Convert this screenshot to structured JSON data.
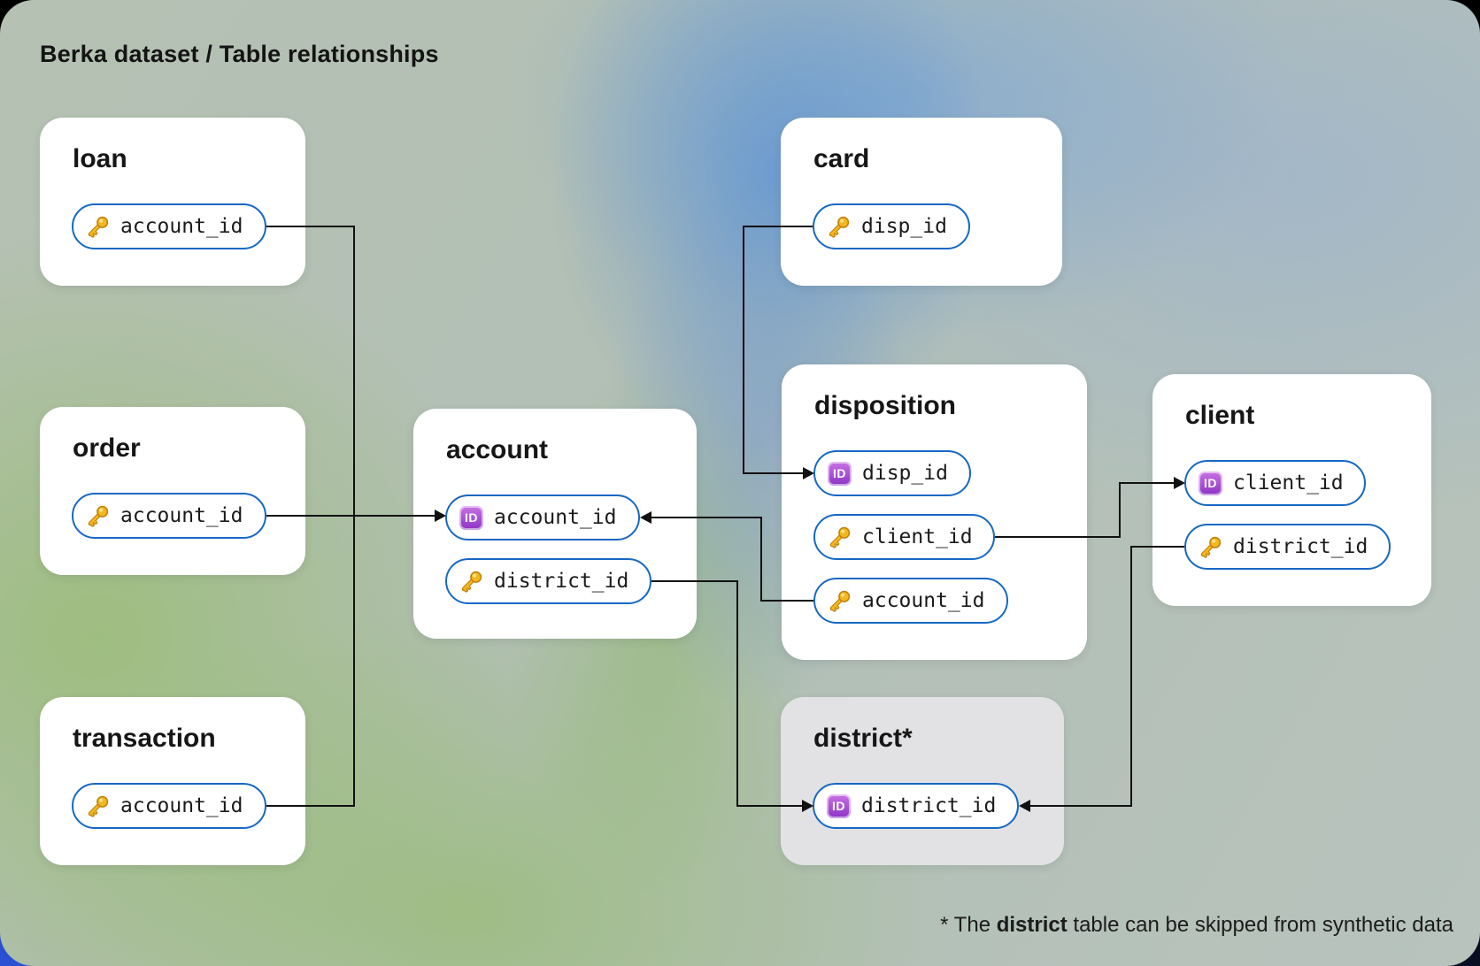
{
  "title": "Berka dataset / Table relationships",
  "footnote": {
    "prefix": "* The ",
    "bold": "district",
    "suffix": " table can be skipped from synthetic data"
  },
  "icons": {
    "id_label": "ID",
    "key_icon": "key-icon",
    "id_icon": "id-badge-icon"
  },
  "colors": {
    "pill_border": "#1668c4",
    "connector": "#111111",
    "card_bg": "#ffffff",
    "district_card_bg": "#e2e2e4",
    "key_gold": "#f3b81f",
    "id_purple": "#9c44cc",
    "bg_green": "#a5c188",
    "bg_blue": "#85b5dd",
    "bg_gray": "#b5c1b6"
  },
  "tables": [
    {
      "name": "loan",
      "fields": [
        {
          "name": "account_id",
          "icon": "key"
        }
      ]
    },
    {
      "name": "order",
      "fields": [
        {
          "name": "account_id",
          "icon": "key"
        }
      ]
    },
    {
      "name": "transaction",
      "fields": [
        {
          "name": "account_id",
          "icon": "key"
        }
      ]
    },
    {
      "name": "account",
      "fields": [
        {
          "name": "account_id",
          "icon": "id"
        },
        {
          "name": "district_id",
          "icon": "key"
        }
      ]
    },
    {
      "name": "card",
      "fields": [
        {
          "name": "disp_id",
          "icon": "key"
        }
      ]
    },
    {
      "name": "disposition",
      "fields": [
        {
          "name": "disp_id",
          "icon": "id"
        },
        {
          "name": "client_id",
          "icon": "key"
        },
        {
          "name": "account_id",
          "icon": "key"
        }
      ]
    },
    {
      "name": "client",
      "fields": [
        {
          "name": "client_id",
          "icon": "id"
        },
        {
          "name": "district_id",
          "icon": "key"
        }
      ]
    },
    {
      "name": "district*",
      "fields": [
        {
          "name": "district_id",
          "icon": "id"
        }
      ],
      "muted": true
    }
  ],
  "relationships": [
    {
      "from": "loan.account_id",
      "to": "account.account_id"
    },
    {
      "from": "order.account_id",
      "to": "account.account_id"
    },
    {
      "from": "transaction.account_id",
      "to": "account.account_id"
    },
    {
      "from": "card.disp_id",
      "to": "disposition.disp_id"
    },
    {
      "from": "disposition.account_id",
      "to": "account.account_id"
    },
    {
      "from": "disposition.client_id",
      "to": "client.client_id"
    },
    {
      "from": "account.district_id",
      "to": "district.district_id"
    },
    {
      "from": "client.district_id",
      "to": "district.district_id"
    }
  ]
}
